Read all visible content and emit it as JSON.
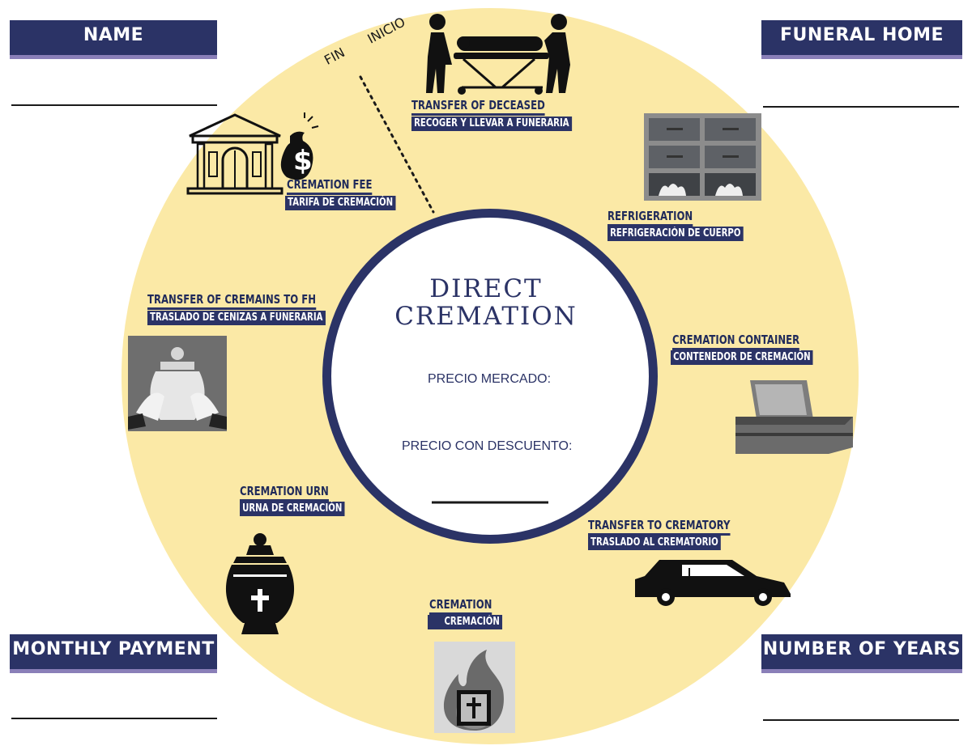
{
  "corners": {
    "name": "NAME",
    "funeral_home": "FUNERAL HOME",
    "monthly_payment": "MONTHLY PAYMENT",
    "number_of_years": "NUMBER OF YEARS"
  },
  "cycle": {
    "end": "FIN",
    "start": "INICIO"
  },
  "center": {
    "title_line1": "DIRECT",
    "title_line2": "CREMATION",
    "market_price": "PRECIO MERCADO:",
    "discount_price": "PRECIO CON DESCUENTO:"
  },
  "steps": [
    {
      "en": "TRANSFER OF DECEASED",
      "es": "RECOGER Y LLEVAR A FUNERARIA",
      "icon": "stretcher-icon"
    },
    {
      "en": "REFRIGERATION",
      "es": "REFRIGERACIÓN DE CUERPO",
      "icon": "morgue-drawers-icon"
    },
    {
      "en": "CREMATION CONTAINER",
      "es": "CONTENEDOR DE CREMACIÓN",
      "icon": "casket-icon"
    },
    {
      "en": "TRANSFER TO CREMATORY",
      "es": "TRASLADO AL CREMATORIO",
      "icon": "hearse-icon"
    },
    {
      "en": "CREMATION",
      "es": "CREMACIÓN",
      "icon": "flame-cross-icon"
    },
    {
      "en": "CREMATION URN",
      "es": "URNA DE CREMACIÓN",
      "icon": "urn-icon"
    },
    {
      "en": "TRANSFER OF CREMAINS TO FH",
      "es": "TRASLADO DE CENIZAS A FUNERARIA",
      "icon": "hands-urn-icon"
    },
    {
      "en": "CREMATION FEE",
      "es": "TARIFA DE CREMACIÓN",
      "icon": "building-money-icon"
    }
  ],
  "colors": {
    "navy": "#2b3366",
    "ring": "#fbe9a6",
    "accent": "#8a7fb8"
  }
}
